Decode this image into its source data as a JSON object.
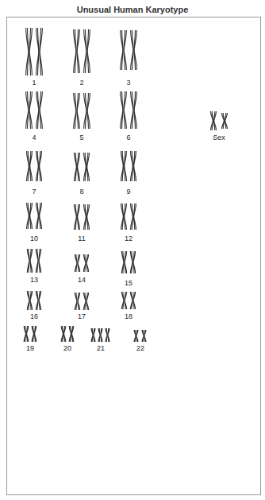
{
  "diagram": {
    "title": "Unusual Human Karyotype",
    "labels": [
      "1",
      "2",
      "3",
      "4",
      "5",
      "6",
      "Sex",
      "7",
      "8",
      "9",
      "10",
      "11",
      "12",
      "13",
      "14",
      "15",
      "16",
      "17",
      "18",
      "19",
      "20",
      "21",
      "22"
    ]
  }
}
